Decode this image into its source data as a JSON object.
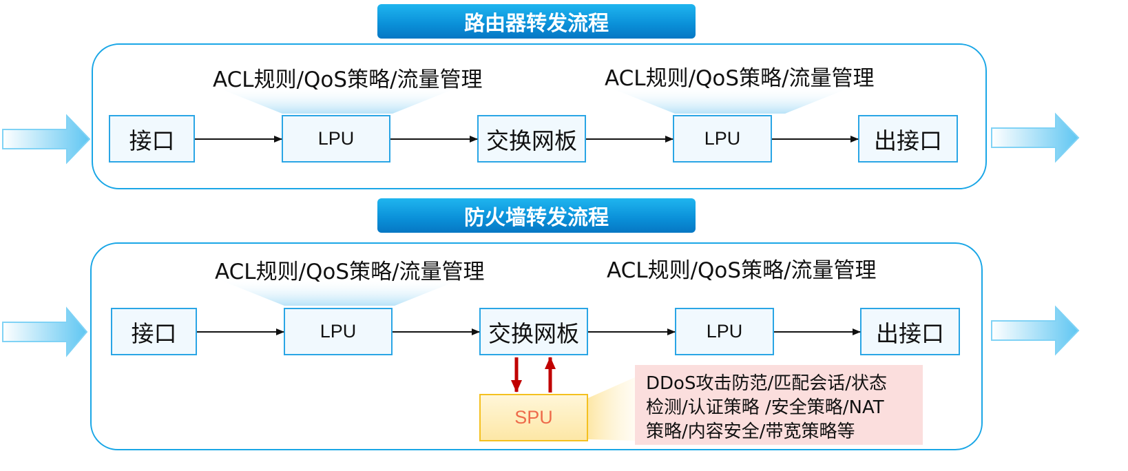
{
  "router": {
    "title": "路由器转发流程",
    "caption_left": "ACL规则/QoS策略/流量管理",
    "caption_right": "ACL规则/QoS策略/流量管理",
    "nodes": [
      "接口",
      "LPU",
      "交换网板",
      "LPU",
      "出接口"
    ]
  },
  "firewall": {
    "title": "防火墙转发流程",
    "caption_left": "ACL规则/QoS策略/流量管理",
    "caption_right": "ACL规则/QoS策略/流量管理",
    "nodes": [
      "接口",
      "LPU",
      "交换网板",
      "LPU",
      "出接口"
    ],
    "spu_label": "SPU",
    "spu_note": [
      "DDoS攻击防范/匹配会话/状态",
      "检测/认证策略 /安全策略/NAT",
      "策略/内容安全/带宽策略等"
    ]
  },
  "colors": {
    "title_bar": "#0a8fd8",
    "panel_border": "#19a6e6",
    "node_border": "#29a5e5",
    "node_fill": "#f1f9fe",
    "flow_arrow": "#111111",
    "spu_arrow": "#c00000",
    "spu_fill": "#fde7a6",
    "spu_text": "#ee6b4a",
    "note_fill": "#fbdedd",
    "side_arrow": "#5fc6f2"
  },
  "icons": {
    "side_arrows": "block-arrow-right-icon",
    "flow_arrows": "arrow-right-icon",
    "spu_arrows": [
      "arrow-down-icon",
      "arrow-up-icon"
    ]
  }
}
